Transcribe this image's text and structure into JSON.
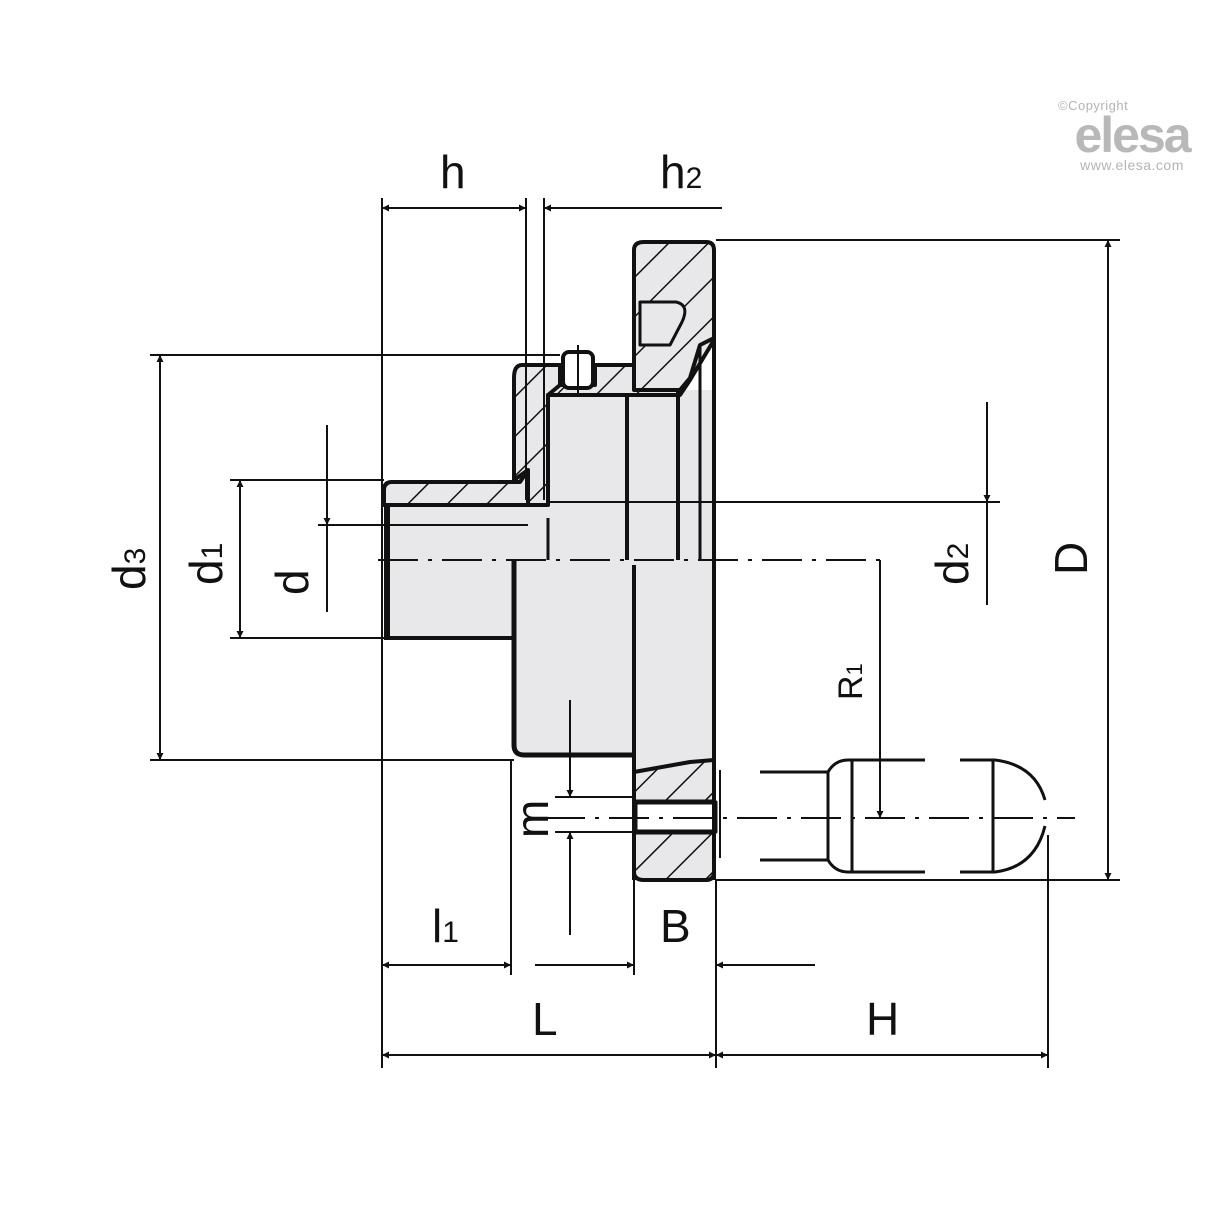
{
  "watermark": {
    "copyright": "©Copyright",
    "brand": "elesa",
    "url": "www.elesa.com"
  },
  "colors": {
    "line": "#111111",
    "section_fill": "#e8e8ea",
    "watermark": "#b4b4b4",
    "background": "#ffffff"
  },
  "dimensions": {
    "h": {
      "base": "h",
      "sub": ""
    },
    "h2": {
      "base": "h",
      "sub": "2"
    },
    "d3": {
      "base": "d",
      "sub": "3"
    },
    "d1": {
      "base": "d",
      "sub": "1"
    },
    "d": {
      "base": "d",
      "sub": ""
    },
    "d2": {
      "base": "d",
      "sub": "2"
    },
    "D": {
      "base": "D",
      "sub": ""
    },
    "R1": {
      "base": "R",
      "sub": "1"
    },
    "m": {
      "base": "m",
      "sub": ""
    },
    "l1": {
      "base": "l",
      "sub": "1"
    },
    "B": {
      "base": "B",
      "sub": ""
    },
    "L": {
      "base": "L",
      "sub": ""
    },
    "H": {
      "base": "H",
      "sub": ""
    }
  }
}
